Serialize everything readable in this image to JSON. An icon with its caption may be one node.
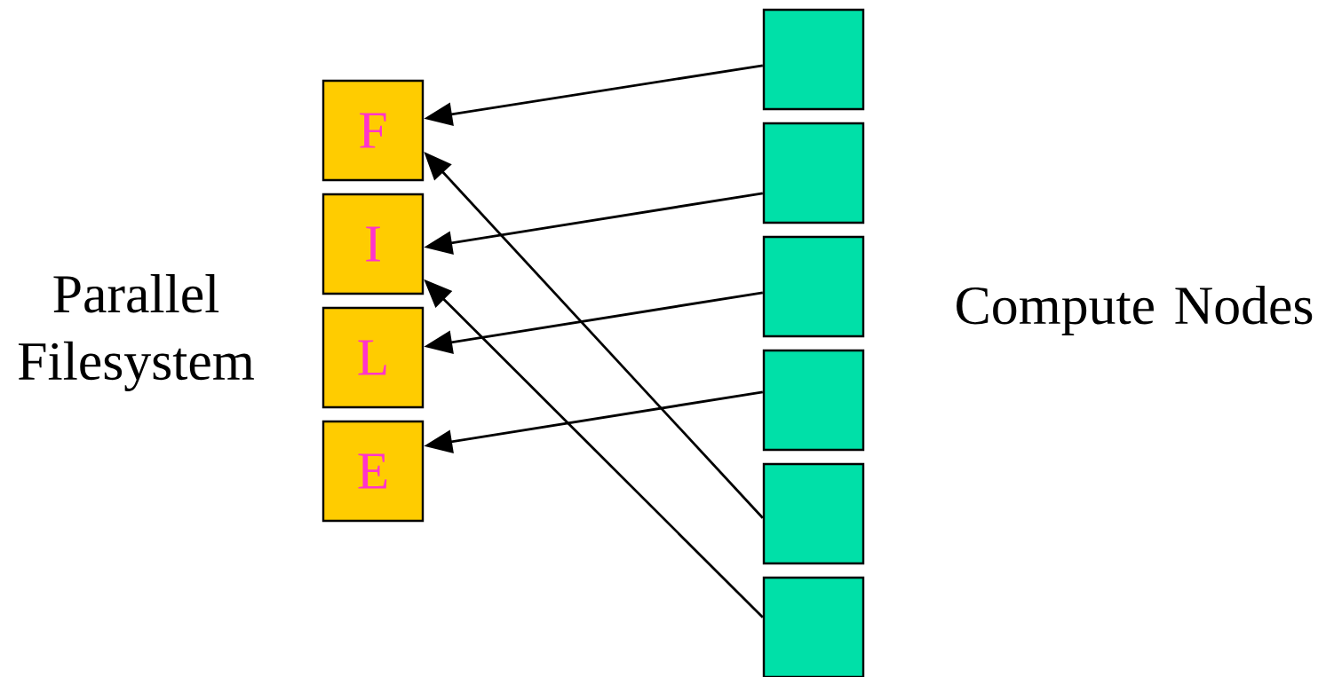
{
  "diagram": {
    "nodes": [
      {
        "text": [
          "F"
        ]
      },
      {
        "text": [
          "I"
        ]
      },
      {
        "text": [
          "L"
        ]
      },
      {
        "text": [
          "E"
        ]
      },
      {
        "text": [],
        "shape": "box"
      },
      {
        "text": [],
        "shape": "box"
      },
      {
        "text": [],
        "shape": "box"
      },
      {
        "text": [],
        "shape": "box"
      },
      {
        "text": [],
        "shape": "box"
      },
      {
        "text": [],
        "shape": "box"
      }
    ],
    "edges": [
      {
        "from": 4,
        "to": 0,
        "arrow": "to"
      },
      {
        "from": 5,
        "to": 1,
        "arrow": "to"
      },
      {
        "from": 6,
        "to": 2,
        "arrow": "to"
      },
      {
        "from": 7,
        "to": 3,
        "arrow": "to"
      },
      {
        "from": 8,
        "to": 0,
        "arrow": "to"
      },
      {
        "from": 9,
        "to": 1,
        "arrow": "to"
      }
    ],
    "labels": [
      "Parallel Filesystem",
      "Compute Nodes"
    ]
  }
}
